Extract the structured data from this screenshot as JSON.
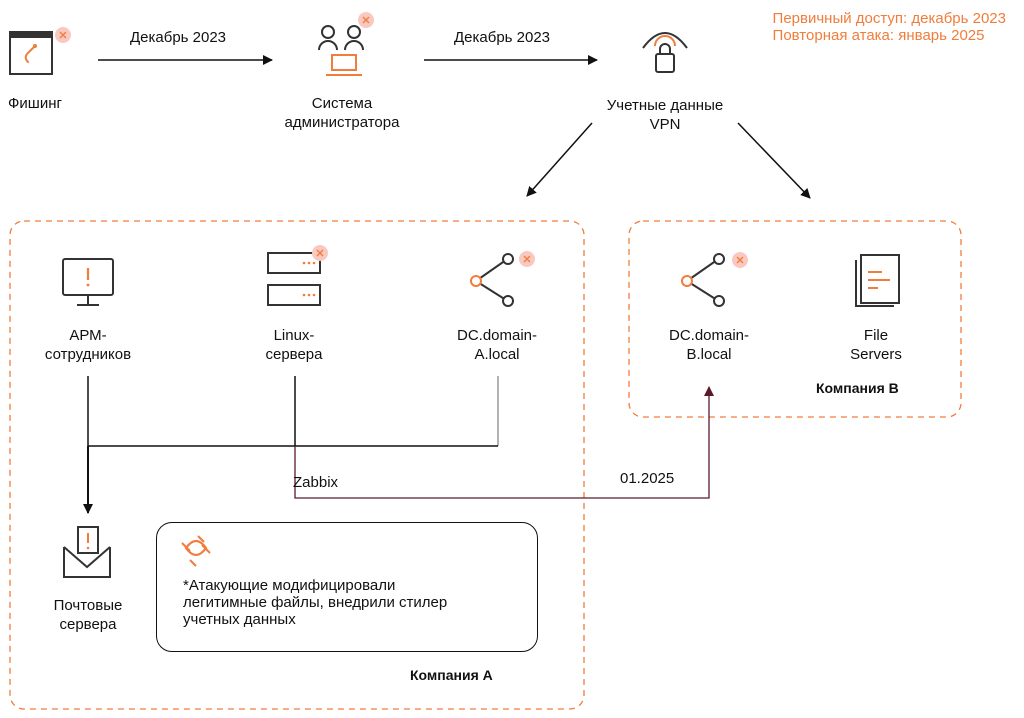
{
  "legend": {
    "line1": "Первичный доступ: декабрь 2023",
    "line2": "Повторная атака: январь 2025"
  },
  "nodes": {
    "phishing": "Фишинг",
    "admin_line1": "Система",
    "admin_line2": "администратора",
    "vpn_line1": "Учетные данные",
    "vpn_line2": "VPN",
    "arm_line1": "АРМ-",
    "arm_line2": "сотрудников",
    "linux_line1": "Linux-",
    "linux_line2": "сервера",
    "dca_line1": "DC.domain-",
    "dca_line2": "A.local",
    "dcb_line1": "DC.domain-",
    "dcb_line2": "B.local",
    "fs_line1": "File",
    "fs_line2": "Servers",
    "mail_line1": "Почтовые",
    "mail_line2": "сервера"
  },
  "edges": {
    "phish_to_admin": "Декабрь 2023",
    "admin_to_vpn": "Декабрь 2023",
    "zabbix": "Zabbix",
    "date_2025": "01.2025"
  },
  "companies": {
    "a": "Компания А",
    "b": "Компания В"
  },
  "note": {
    "line1": "*Атакующие модифицировали",
    "line2": "легитимные файлы, внедрили стилер",
    "line3": "учетных данных"
  },
  "colors": {
    "accent": "#f07d3c",
    "badge": "#f9c8c0",
    "arrow_2025": "#5a1a2a",
    "icon": "#333333"
  }
}
